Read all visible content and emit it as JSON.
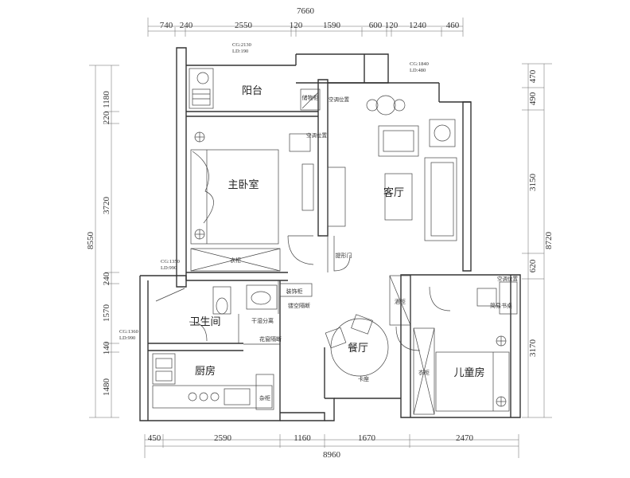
{
  "dimensions": {
    "top_total": "7660",
    "top": [
      "740",
      "240",
      "2550",
      "120",
      "1590",
      "600",
      "120",
      "1240",
      "460"
    ],
    "bottom_total": "8960",
    "bottom": [
      "450",
      "2590",
      "1160",
      "1670",
      "2470"
    ],
    "left_total": "8550",
    "left": [
      "1180",
      "220",
      "3720",
      "240",
      "1570",
      "140",
      "1480"
    ],
    "right_total": "8720",
    "right": [
      "470",
      "490",
      "3150",
      "620",
      "3170"
    ]
  },
  "rooms": {
    "balcony": "阳台",
    "master_bedroom": "主卧室",
    "living_room": "客厅",
    "bathroom": "卫生间",
    "dining_room": "餐厅",
    "kitchen": "厨房",
    "kids_room": "儿童房"
  },
  "fixtures": {
    "storage_cabinet": "储物柜",
    "wardrobe_master": "衣柜",
    "sliding_door": "提形门",
    "decor_cabinet": "装饰柜",
    "hollow_partition": "镂空隔断",
    "dry_wet_separation": "干湿分离",
    "flower_grid_partition": "花窗隔断",
    "wine_cabinet": "酒柜",
    "simple_desk": "简易书桌",
    "wardrobe_kids": "衣柜",
    "deck_seat": "卡座",
    "misc_cabinet": "杂柜",
    "ac_1": "空调位置",
    "ac_2": "空调位置",
    "ac_3": "空调位置"
  },
  "notes": {
    "balcony_cg": "CG:2130",
    "balcony_ld": "LD:190",
    "living_cg": "CG:1840",
    "living_ld": "LD:480",
    "bath_cg": "CG:1350",
    "bath_ld": "LD:990",
    "kitchen_cg": "CG:1360",
    "kitchen_ld": "LD:990"
  }
}
